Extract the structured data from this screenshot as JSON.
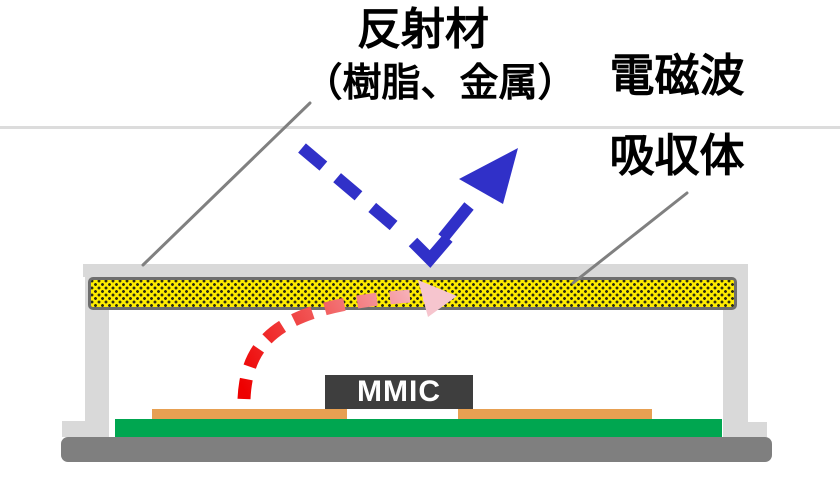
{
  "diagram": {
    "reflector_label": "反射材",
    "reflector_sublabel": "（樹脂、金属）",
    "absorber_label_line1": "電磁波",
    "absorber_label_line2": "吸収体",
    "chip_label": "MMIC"
  },
  "colors": {
    "wave_blue": "#3030c8",
    "leak_red": "#ee0000",
    "leak_mid": "#f15b5b",
    "leak_pink": "#f8c0ca",
    "arrowhead_pink": "#f6c5ce",
    "absorber_yellow": "#fdec00",
    "absorber_border": "#6e6e6e",
    "housing_gray": "#d9d9d9",
    "base_gray": "#7f7f7f",
    "pcb_green": "#00a650",
    "trace_orange": "#e7a052",
    "chip_dark": "#3e3e3e",
    "leader_gray": "#808080"
  }
}
